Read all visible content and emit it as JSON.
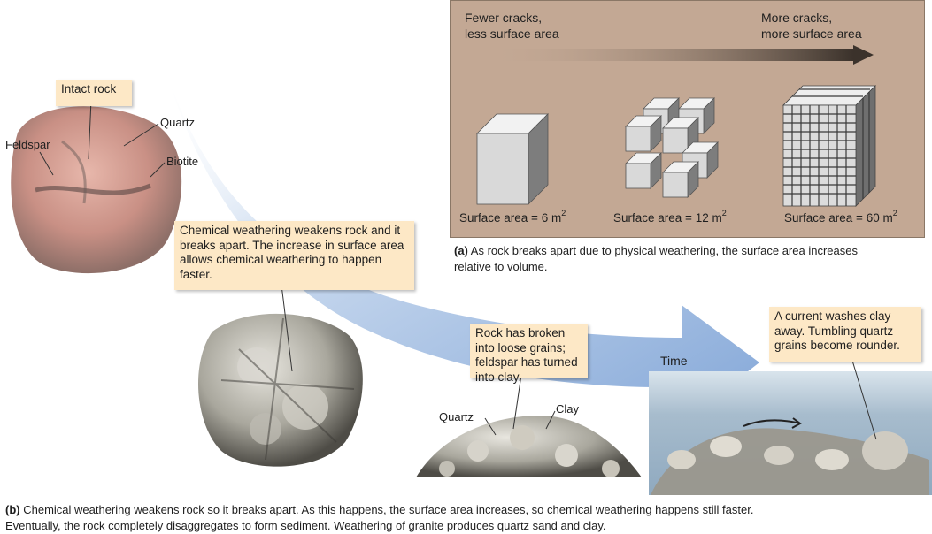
{
  "panel_a": {
    "left_heading_line1": "Fewer cracks,",
    "left_heading_line2": "less surface area",
    "right_heading_line1": "More cracks,",
    "right_heading_line2": "more surface area",
    "surface_labels": [
      {
        "prefix": "Surface area = ",
        "value": "6 m",
        "exp": "2"
      },
      {
        "prefix": "Surface area = ",
        "value": "12 m",
        "exp": "2"
      },
      {
        "prefix": "Surface area = ",
        "value": "60 m",
        "exp": "2"
      }
    ],
    "caption_tag": "(a)",
    "caption_text": " As rock breaks apart due to physical weathering, the surface area increases relative to volume."
  },
  "rock_labels": {
    "intact": "Intact rock",
    "feldspar": "Feldspar",
    "quartz": "Quartz",
    "biotite": "Biotite",
    "quartz2": "Quartz",
    "clay": "Clay"
  },
  "callouts": {
    "chemical": "Chemical weathering weakens rock and it breaks apart. The increase in surface area allows chemical weathering to happen faster.",
    "grains": "Rock has broken into loose grains; feldspar has turned into clay.",
    "current": "A current washes clay away. Tumbling quartz grains become rounder."
  },
  "time_label": "Time",
  "caption_b": {
    "tag": "(b)",
    "line1": " Chemical weathering weakens rock so it breaks apart. As this happens, the surface area increases, so chemical weathering happens still faster.",
    "line2": "Eventually, the rock completely disaggregates to form sediment. Weathering of granite produces quartz sand and clay."
  },
  "colors": {
    "panel_bg": "#c3a894",
    "callout_bg": "#fde8c6",
    "arrow_blue": "#8fb2de",
    "water": "#9bb4c8"
  }
}
